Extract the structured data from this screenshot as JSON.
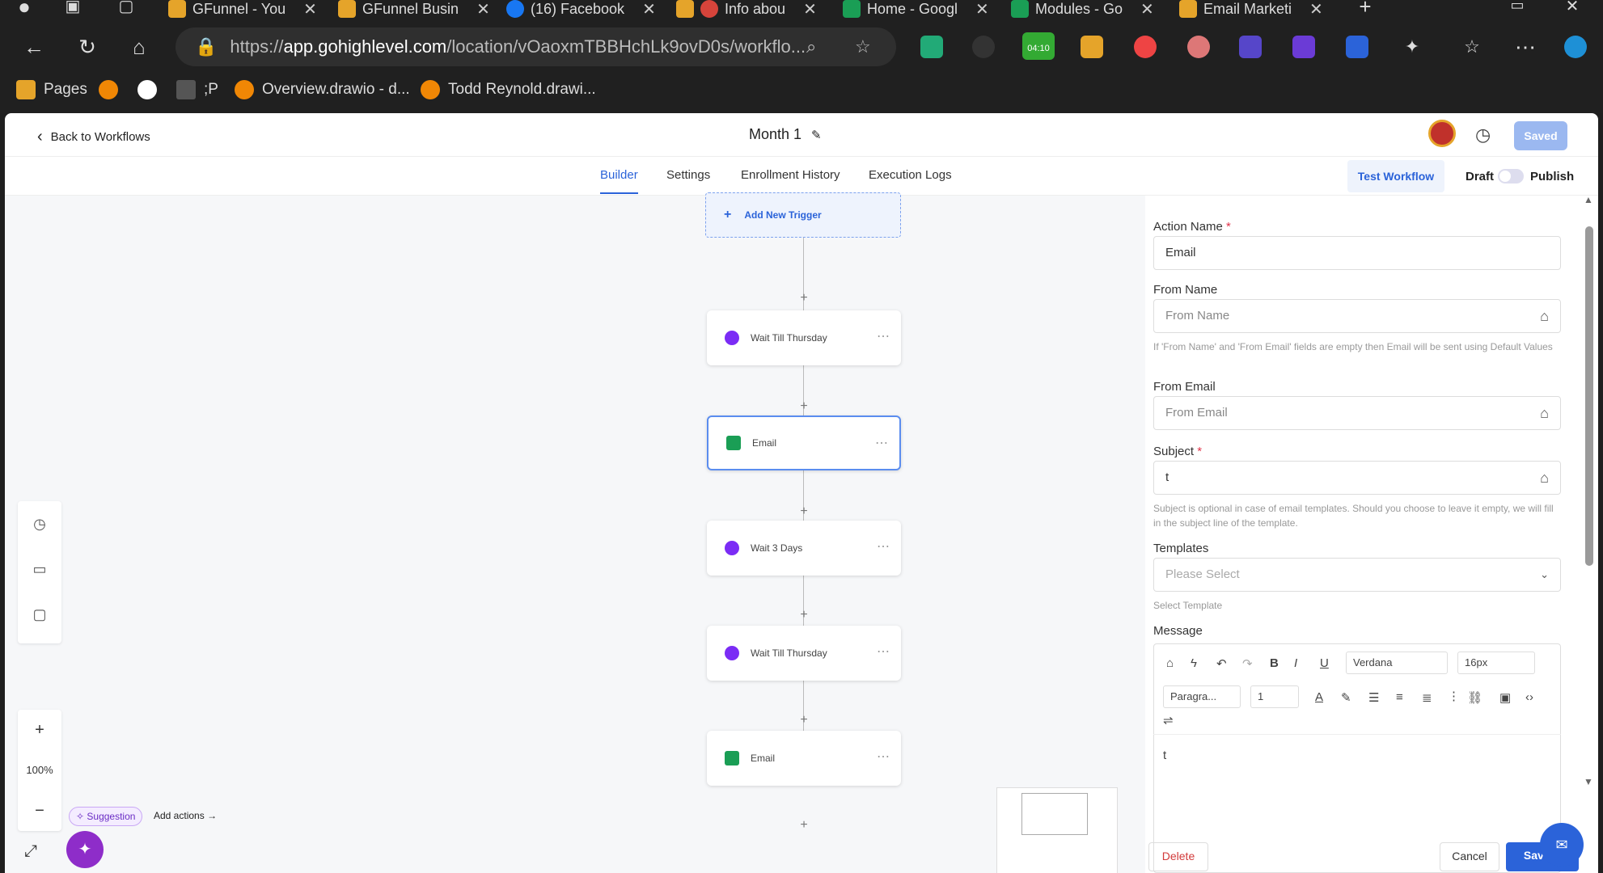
{
  "browser": {
    "tabs": [
      {
        "label": "GFunnel - You",
        "color": "#e5a42a"
      },
      {
        "label": "GFunnel Busin",
        "color": "#e5a42a"
      },
      {
        "label": "(16) Facebook",
        "color": "#1877f2"
      },
      {
        "label": "Info abou",
        "color": "#d6443b"
      },
      {
        "label": "Home - Googl",
        "color": "#1a9e55"
      },
      {
        "label": "Modules - Go",
        "color": "#1a9e55"
      },
      {
        "label": "Email Marketi",
        "color": "#e5a42a"
      }
    ],
    "url_prefix": "https://",
    "url_domain": "app.gohighlevel.com",
    "url_path": "/location/vOaoxmTBBHchLk9ovD0s/workflo...",
    "bookmarks": [
      "Pages",
      "",
      "",
      ";P",
      "Overview.drawio - d...",
      "Todd Reynold.drawi..."
    ],
    "ext_badge": "04:10"
  },
  "header": {
    "back_label": "Back to Workflows",
    "title": "Month 1",
    "saved_label": "Saved"
  },
  "nav_tabs": [
    "Builder",
    "Settings",
    "Enrollment History",
    "Execution Logs"
  ],
  "actions": {
    "test_workflow": "Test Workflow",
    "draft": "Draft",
    "publish": "Publish",
    "published": false
  },
  "canvas": {
    "add_trigger": "Add New Trigger",
    "nodes": [
      {
        "label": "Wait Till Thursday",
        "type": "clock"
      },
      {
        "label": "Email",
        "type": "mail",
        "selected": true
      },
      {
        "label": "Wait 3 Days",
        "type": "clock"
      },
      {
        "label": "Wait Till Thursday",
        "type": "clock"
      },
      {
        "label": "Email",
        "type": "mail"
      }
    ],
    "zoom": "100%",
    "suggestion": "Suggestion",
    "add_actions": "Add actions"
  },
  "panel": {
    "action_name_label": "Action Name",
    "action_name_value": "Email",
    "from_name_label": "From Name",
    "from_name_placeholder": "From Name",
    "from_help": "If 'From Name' and 'From Email' fields are empty then Email will be sent using Default Values",
    "from_email_label": "From Email",
    "from_email_placeholder": "From Email",
    "subject_label": "Subject",
    "subject_value": "t",
    "subject_help": "Subject is optional in case of email templates. Should you choose to leave it empty, we will fill in the subject line of the template.",
    "templates_label": "Templates",
    "templates_placeholder": "Please Select",
    "templates_help": "Select Template",
    "message_label": "Message",
    "font_family": "Verdana",
    "font_size": "16px",
    "paragraph": "Paragra...",
    "line_height": "1",
    "message_text": "t",
    "delete": "Delete",
    "cancel": "Cancel",
    "save": "Save A"
  }
}
